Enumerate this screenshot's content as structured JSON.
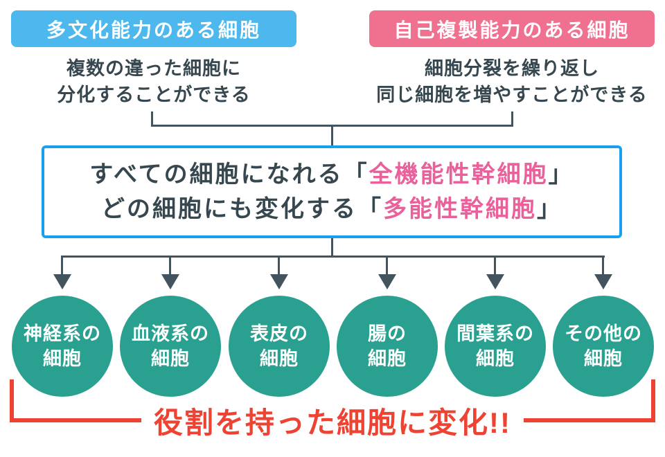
{
  "colors": {
    "blue_badge": "#4db8ee",
    "pink_badge": "#f0718f",
    "box_border_blue": "#18a0ee",
    "highlight_pink": "#e9609b",
    "cell_teal": "#2aa190",
    "accent_red": "#ee4333",
    "text_dark": "#37474f",
    "connector_slate": "#44545f"
  },
  "left_group": {
    "badge_label": "多文化能力のある細胞",
    "desc_line1": "複数の違った細胞に",
    "desc_line2": "分化することができる"
  },
  "right_group": {
    "badge_label": "自己複製能力のある細胞",
    "desc_line1": "細胞分裂を繰り返し",
    "desc_line2": "同じ細胞を増やすことができる"
  },
  "center_box": {
    "line1_prefix": "すべての細胞になれる「",
    "line1_highlight": "全機能性幹細胞",
    "line1_close": "」",
    "line2_prefix": "どの細胞にも変化する「",
    "line2_highlight": "多能性幹細胞",
    "line2_close": "」"
  },
  "cells": [
    {
      "line1": "神経系の",
      "line2": "細胞"
    },
    {
      "line1": "血液系の",
      "line2": "細胞"
    },
    {
      "line1": "表皮の",
      "line2": "細胞"
    },
    {
      "line1": "腸の",
      "line2": "細胞"
    },
    {
      "line1": "間葉系の",
      "line2": "細胞"
    },
    {
      "line1": "その他の",
      "line2": "細胞"
    }
  ],
  "footer": {
    "label": "役割を持った細胞に変化!!"
  }
}
